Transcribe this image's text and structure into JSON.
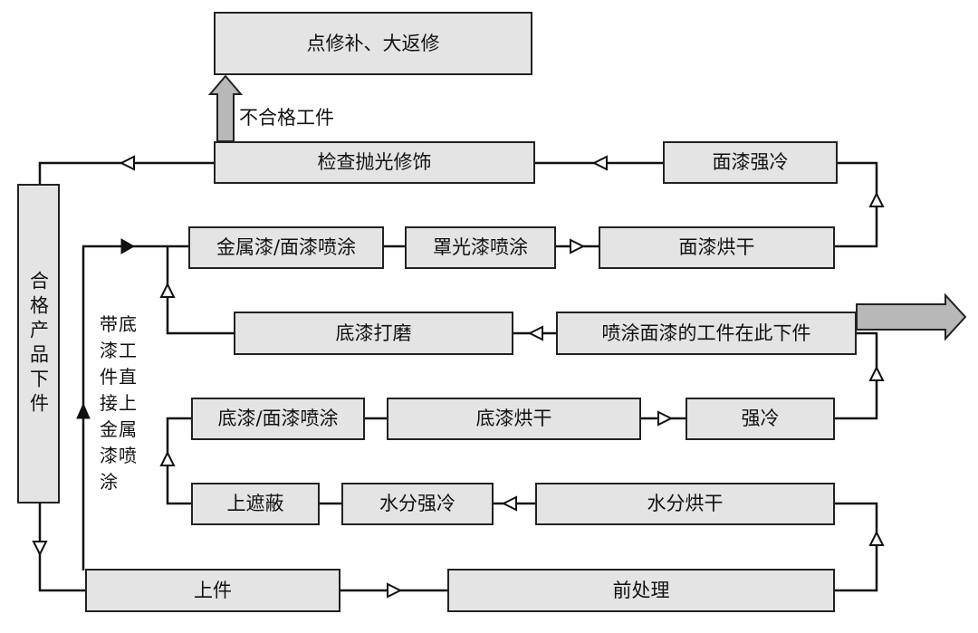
{
  "boxes": {
    "point_repair": "点修补、大返修",
    "inspect_polish": "检查抛光修饰",
    "topcoat_force_cool": "面漆强冷",
    "metallic_topcoat_spray": "金属漆/面漆喷涂",
    "clearcoat_spray": "罩光漆喷涂",
    "topcoat_bake": "面漆烘干",
    "primer_sanding": "底漆打磨",
    "topcoat_unload": "喷涂面漆的工件在此下件",
    "primer_topcoat_spray": "底漆/面漆喷涂",
    "primer_bake": "底漆烘干",
    "force_cool": "强冷",
    "masking": "上遮蔽",
    "moisture_force_cool": "水分强冷",
    "moisture_bake": "水分烘干",
    "load": "上件",
    "pretreatment": "前处理",
    "qualified_unload": "合格产品下件"
  },
  "labels": {
    "unqualified_parts": "不合格工件",
    "primed_parts_note": "带底漆工件直接上金属漆喷涂"
  }
}
